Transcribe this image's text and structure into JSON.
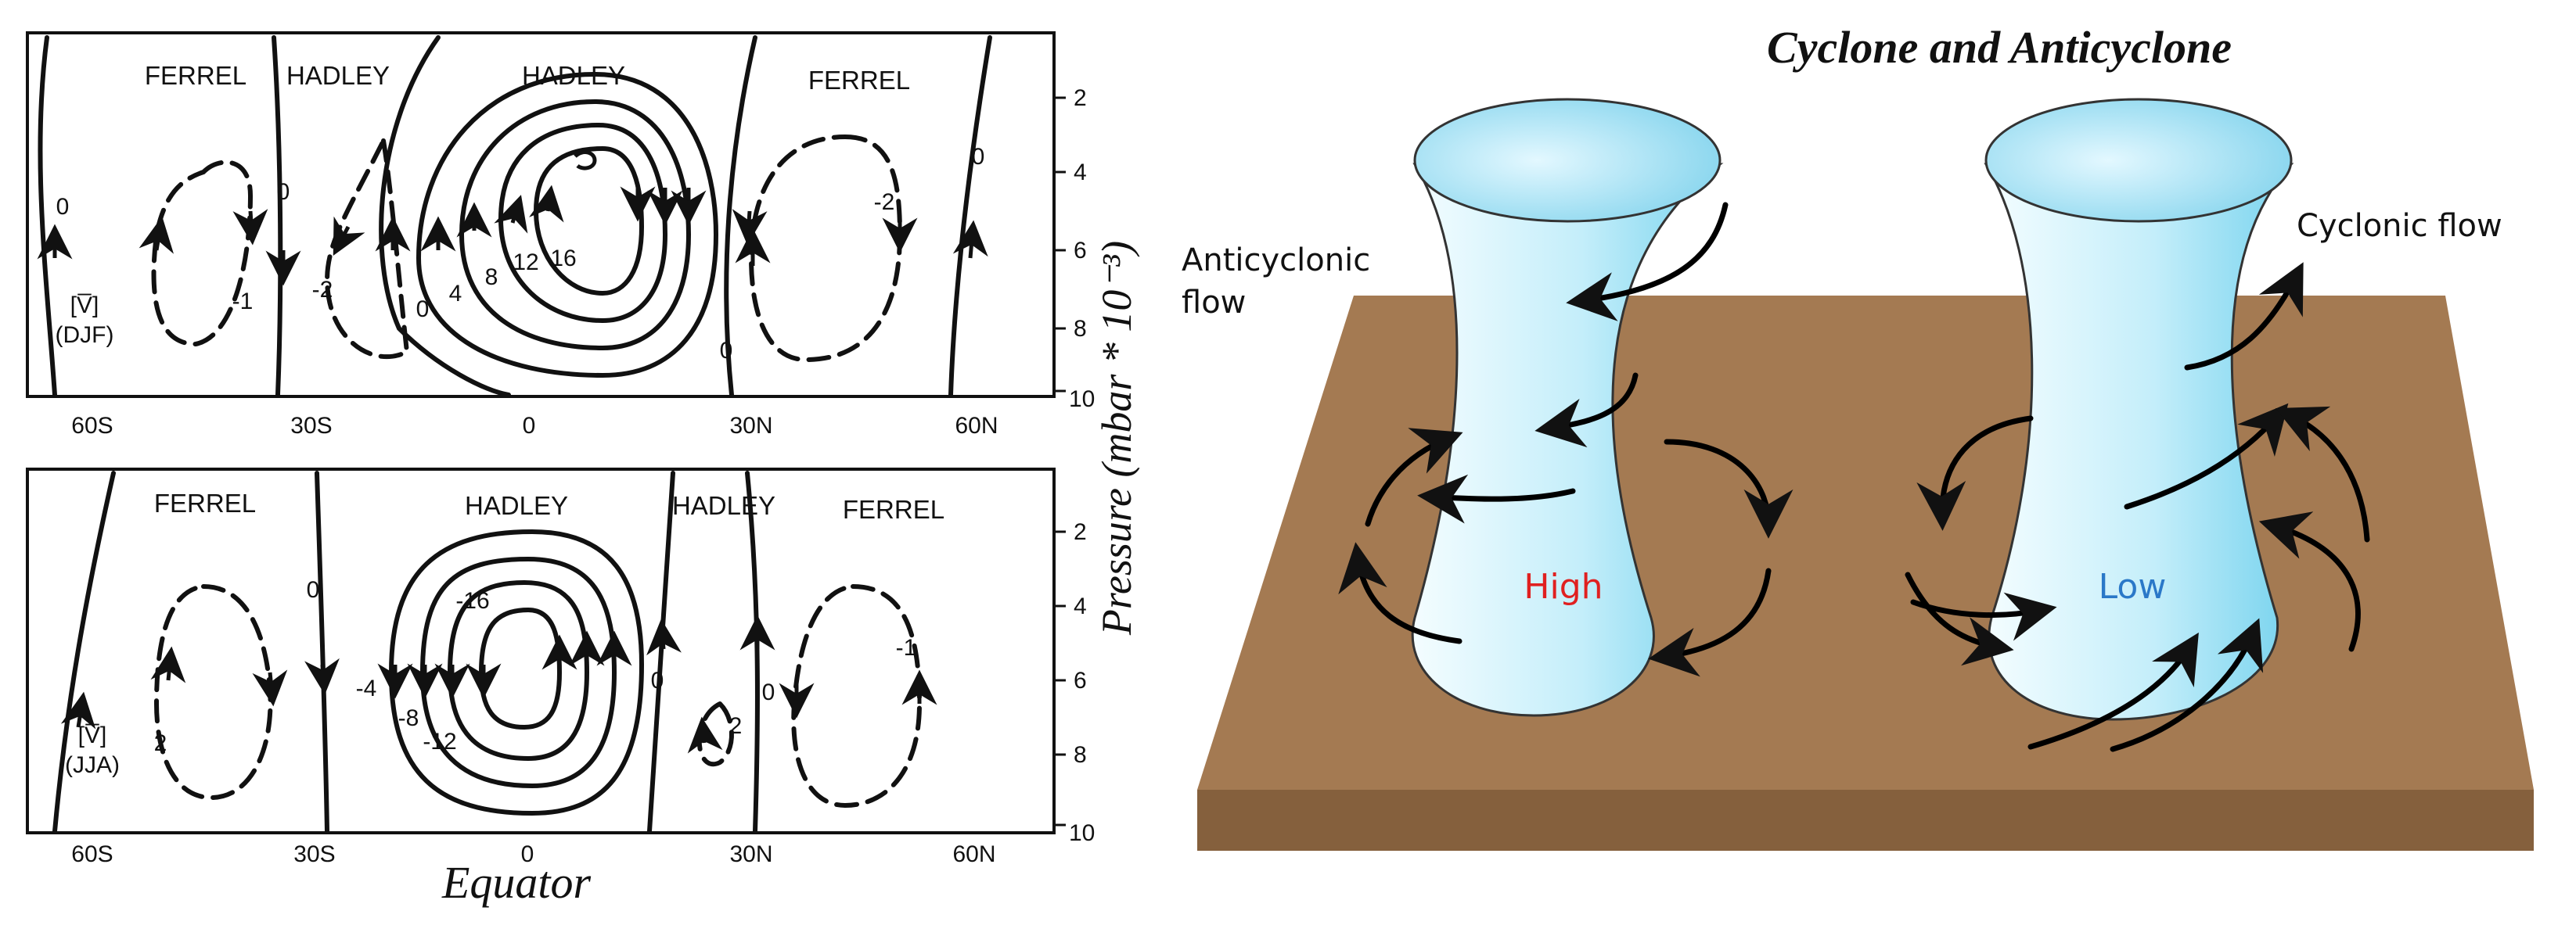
{
  "meridional": {
    "top": {
      "cells": [
        "FERREL",
        "HADLEY",
        "HADLEY",
        "FERREL"
      ],
      "season": [
        "[V̅]",
        "(DJF)"
      ],
      "contours": [
        "0",
        "-1",
        "0",
        "-2",
        "0",
        "4",
        "8",
        "12",
        "16",
        "0",
        "0",
        "-2"
      ]
    },
    "bottom": {
      "cells": [
        "FERREL",
        "HADLEY",
        "HADLEY",
        "FERREL"
      ],
      "season": [
        "[V̅]",
        "(JJA)"
      ],
      "contours": [
        "2",
        "0",
        "-4",
        "-8",
        "-12",
        "-16",
        "0",
        "2",
        "0",
        "-1"
      ]
    },
    "x_ticks": [
      "60S",
      "30S",
      "0",
      "30N",
      "60N"
    ],
    "y_ticks": [
      "2",
      "4",
      "6",
      "8",
      "10"
    ],
    "x_label": "Equator",
    "y_label": "Pressure (mbar * 10⁻³)"
  },
  "cyclone": {
    "title": "Cyclone and Anticyclone",
    "anticyclonic_label": [
      "Anticyclonic",
      "flow"
    ],
    "cyclonic_label": "Cyclonic flow",
    "high_label": "High",
    "low_label": "Low",
    "colors": {
      "ground_top": "#a47a52",
      "ground_side": "#85603d",
      "column": "#c7f0fa",
      "high_text": "#e02020",
      "low_text": "#2a78c8"
    }
  }
}
